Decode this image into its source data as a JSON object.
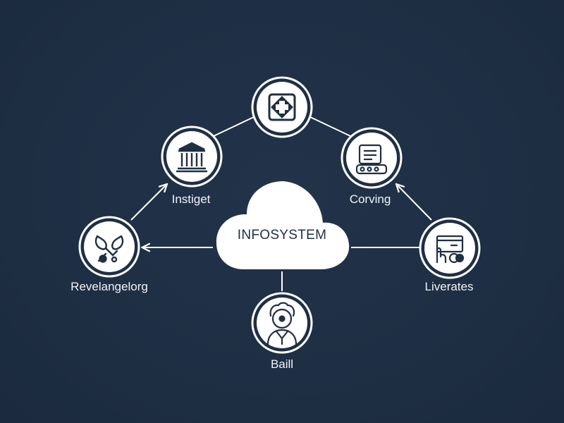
{
  "center": {
    "label": "INFOSYSTEM",
    "icon": "cloud-icon"
  },
  "nodes": {
    "top": {
      "label": "",
      "icon": "medical-cross-icon"
    },
    "upper_left": {
      "label": "Instiget",
      "icon": "bank-building-icon"
    },
    "upper_right": {
      "label": "Corving",
      "icon": "device-panel-icon"
    },
    "left": {
      "label": "Revelangelorg",
      "icon": "stethoscope-icon"
    },
    "right": {
      "label": "Liverates",
      "icon": "card-hand-icon"
    },
    "bottom": {
      "label": "Baill",
      "icon": "person-icon"
    }
  },
  "colors": {
    "background": "#1f2f44",
    "node_fill": "#ffffff",
    "node_stroke": "#1f2f44",
    "line": "#ffffff",
    "text": "#f2f4f7"
  }
}
